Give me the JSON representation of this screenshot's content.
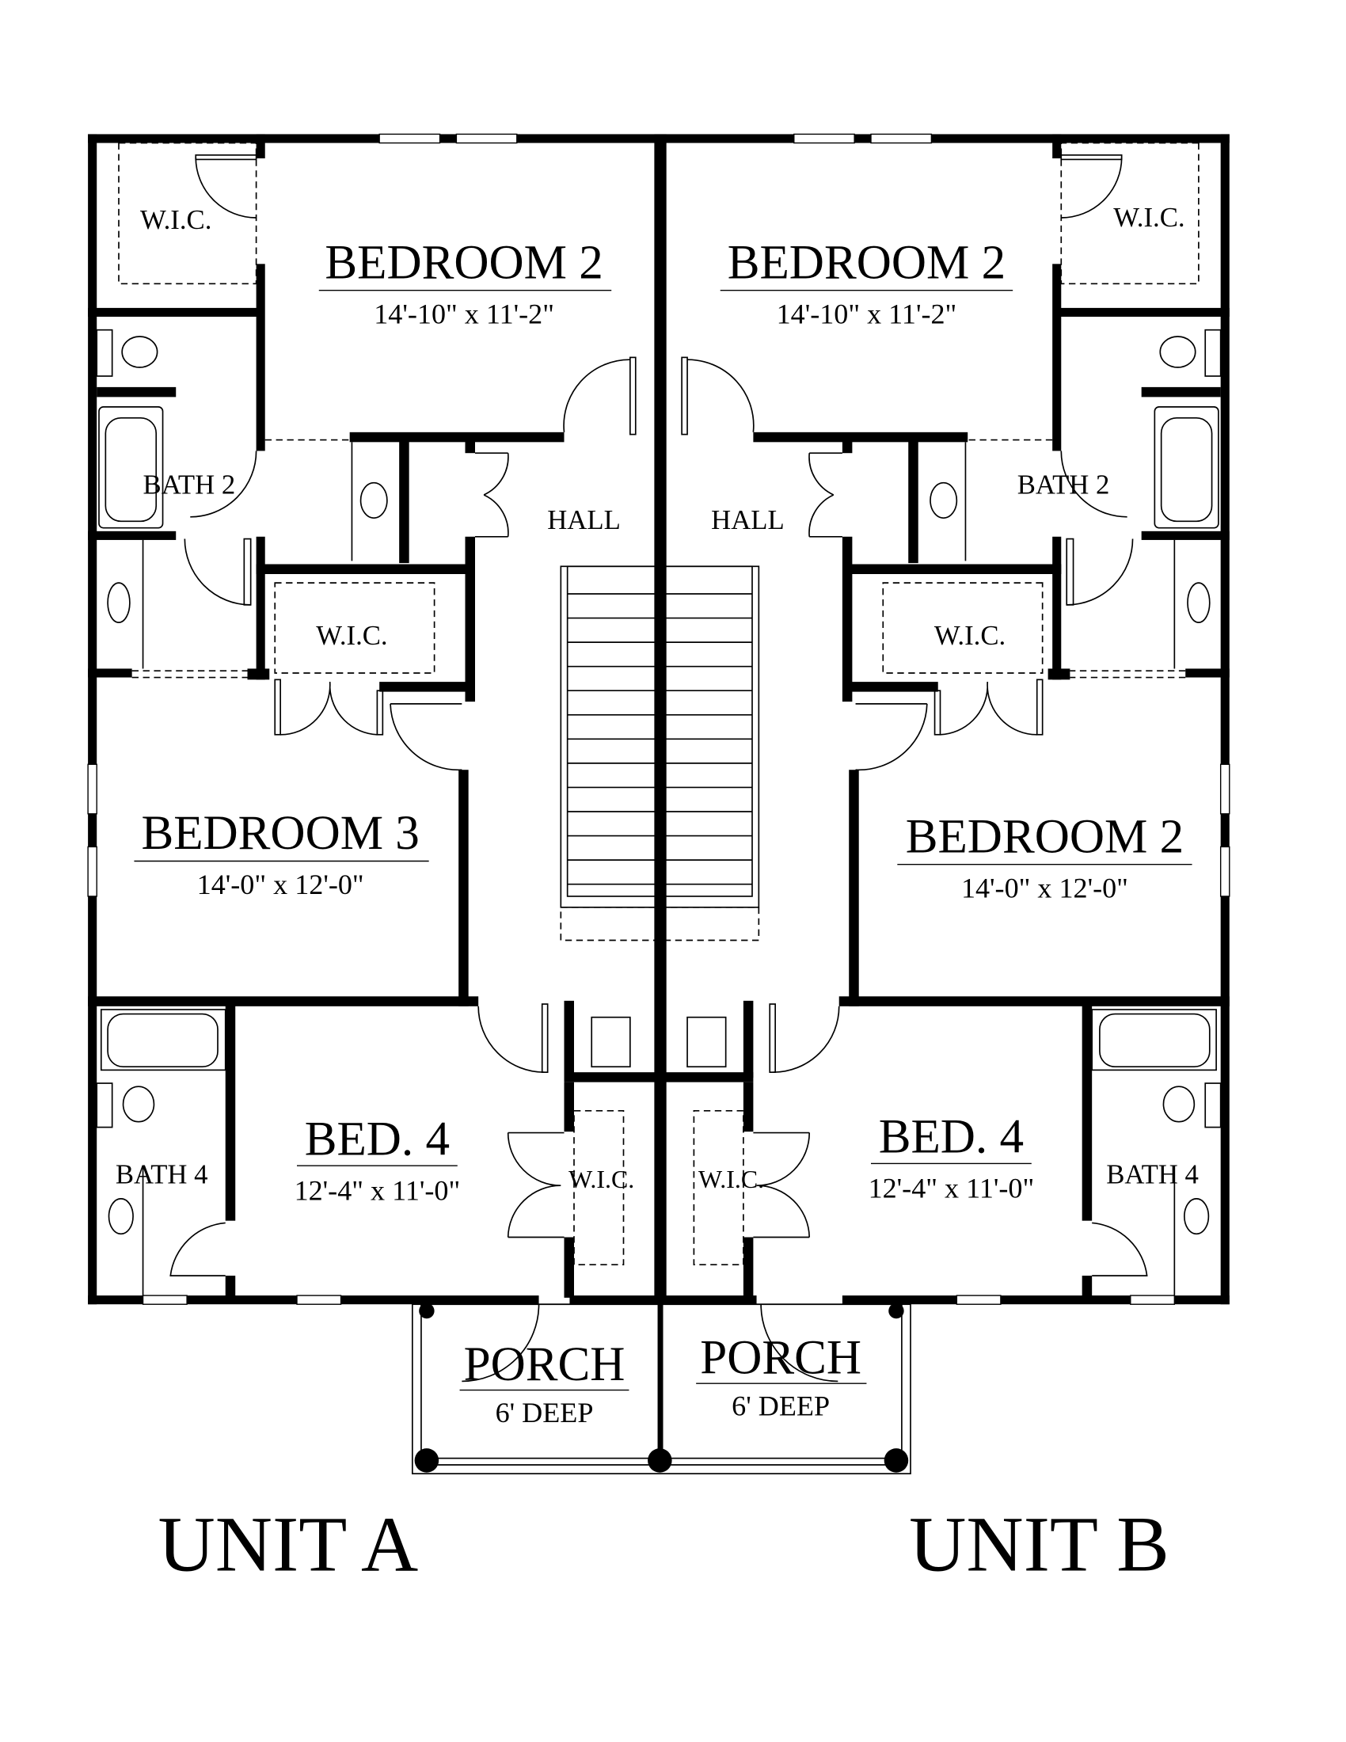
{
  "plan": {
    "unit_a": {
      "label": "UNIT A",
      "bedroom_top": {
        "name": "BEDROOM 2",
        "size": "14'-10\" x 11'-2\""
      },
      "wic_top": "W.I.C.",
      "bath_top": "BATH 2",
      "hall": "HALL",
      "wic_mid": "W.I.C.",
      "bedroom_mid": {
        "name": "BEDROOM 3",
        "size": "14'-0\" x 12'-0\""
      },
      "bedroom_bottom": {
        "name": "BED. 4",
        "size": "12'-4\" x 11'-0\""
      },
      "bath_bottom": "BATH 4",
      "wic_bottom": "W.I.C.",
      "porch": {
        "name": "PORCH",
        "depth": "6' DEEP"
      }
    },
    "unit_b": {
      "label": "UNIT B",
      "bedroom_top": {
        "name": "BEDROOM 2",
        "size": "14'-10\" x 11'-2\""
      },
      "wic_top": "W.I.C.",
      "bath_top": "BATH 2",
      "hall": "HALL",
      "wic_mid": "W.I.C.",
      "bedroom_mid": {
        "name": "BEDROOM 2",
        "size": "14'-0\" x 12'-0\""
      },
      "bedroom_bottom": {
        "name": "BED. 4",
        "size": "12'-4\" x 11'-0\""
      },
      "bath_bottom": "BATH 4",
      "wic_bottom": "W.I.C.",
      "porch": {
        "name": "PORCH",
        "depth": "6' DEEP"
      }
    }
  }
}
